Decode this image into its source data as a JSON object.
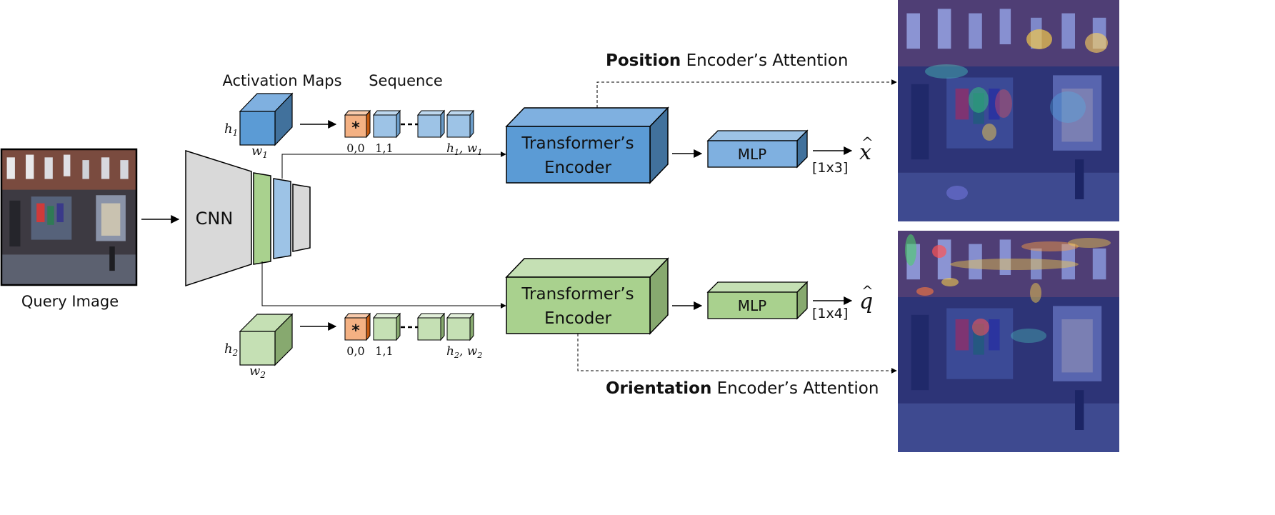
{
  "query_image": {
    "caption": "Query Image"
  },
  "cnn": {
    "label": "CNN"
  },
  "top_branch": {
    "activation_title": "Activation Maps",
    "sequence_title": "Sequence",
    "h": "h",
    "h_sub": "1",
    "w": "w",
    "w_sub": "1",
    "token_star": "*",
    "idx_00": "0,0",
    "idx_11": "1,1",
    "idx_last_h": "h",
    "idx_last_h_sub": "1",
    "idx_last_sep": ", ",
    "idx_last_w": "w",
    "idx_last_w_sub": "1",
    "encoder_line1": "Transformer’s",
    "encoder_line2": "Encoder",
    "mlp": "MLP",
    "dim": "[1x3]",
    "output_symbol": "x",
    "output_hat": "^",
    "attention_bold": "Position",
    "attention_rest": " Encoder’s Attention"
  },
  "bottom_branch": {
    "h": "h",
    "h_sub": "2",
    "w": "w",
    "w_sub": "2",
    "token_star": "*",
    "idx_00": "0,0",
    "idx_11": "1,1",
    "idx_last_h": "h",
    "idx_last_h_sub": "2",
    "idx_last_sep": ", ",
    "idx_last_w": "w",
    "idx_last_w_sub": "2",
    "encoder_line1": "Transformer’s",
    "encoder_line2": "Encoder",
    "mlp": "MLP",
    "dim": "[1x4]",
    "output_symbol": "q",
    "output_hat": "^",
    "attention_bold": "Orientation",
    "attention_rest": " Encoder’s Attention"
  },
  "colors": {
    "blue_front": "#5b9bd5",
    "blue_top": "#7fb0e0",
    "blue_side": "#41719c",
    "light_blue": "#9dc3e6",
    "green_front": "#a9d18e",
    "green_top": "#c5e0b4",
    "green_side": "#87a96f",
    "orange": "#f4b183",
    "cnn_gray": "#d9d9d9"
  }
}
